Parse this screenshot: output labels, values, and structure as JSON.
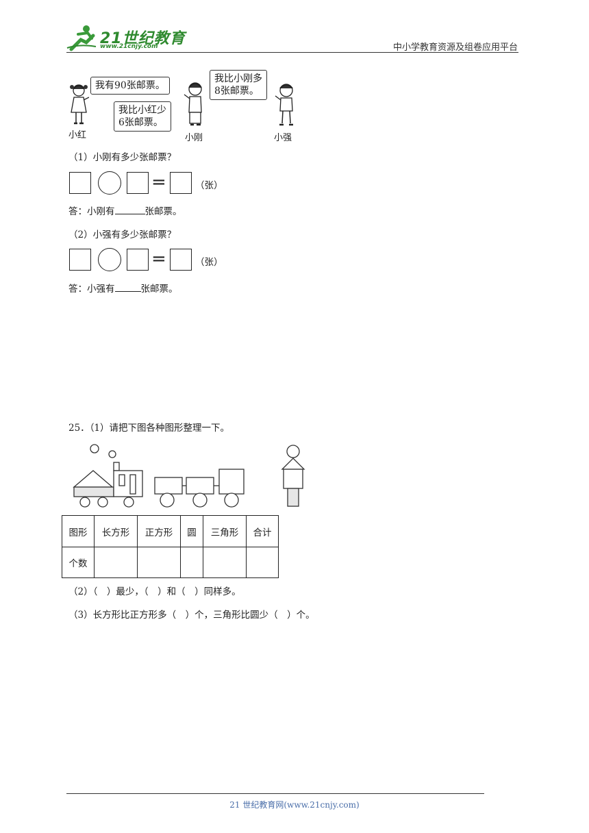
{
  "header": {
    "logo_text": "21世纪教育",
    "logo_url": "www.21cnjy.com",
    "right_text": "中小学教育资源及组卷应用平台"
  },
  "q24": {
    "bubbles": {
      "xiaohong": "我有90张邮票。",
      "xiaogang_line1": "我比小红少",
      "xiaogang_line2": "6张邮票。",
      "xiaoqiang_line1": "我比小刚多",
      "xiaoqiang_line2": "8张邮票。"
    },
    "names": {
      "xiaohong": "小红",
      "xiaogang": "小刚",
      "xiaoqiang": "小强"
    },
    "part1": {
      "question": "（1）小刚有多少张邮票？",
      "unit": "（张）",
      "equals": "=",
      "answer_prefix": "答：小刚有",
      "answer_suffix": "张邮票。"
    },
    "part2": {
      "question": "（2）小强有多少张邮票？",
      "unit": "（张）",
      "equals": "=",
      "answer_prefix": "答：小强有",
      "answer_suffix": "张邮票。"
    }
  },
  "q25": {
    "number": "25．",
    "title": "（1）请把下图各种图形整理一下。",
    "table": {
      "row1": [
        "图形",
        "长方形",
        "正方形",
        "圆",
        "三角形",
        "合计"
      ],
      "row2_label": "个数"
    },
    "part2": "（2）（　）最少，（　）和（　）同样多。",
    "part3": "（3）长方形比正方形多（　）个，三角形比圆少（　）个。"
  },
  "footer": {
    "text": "21 世纪教育网(www.21cnjy.com)"
  }
}
